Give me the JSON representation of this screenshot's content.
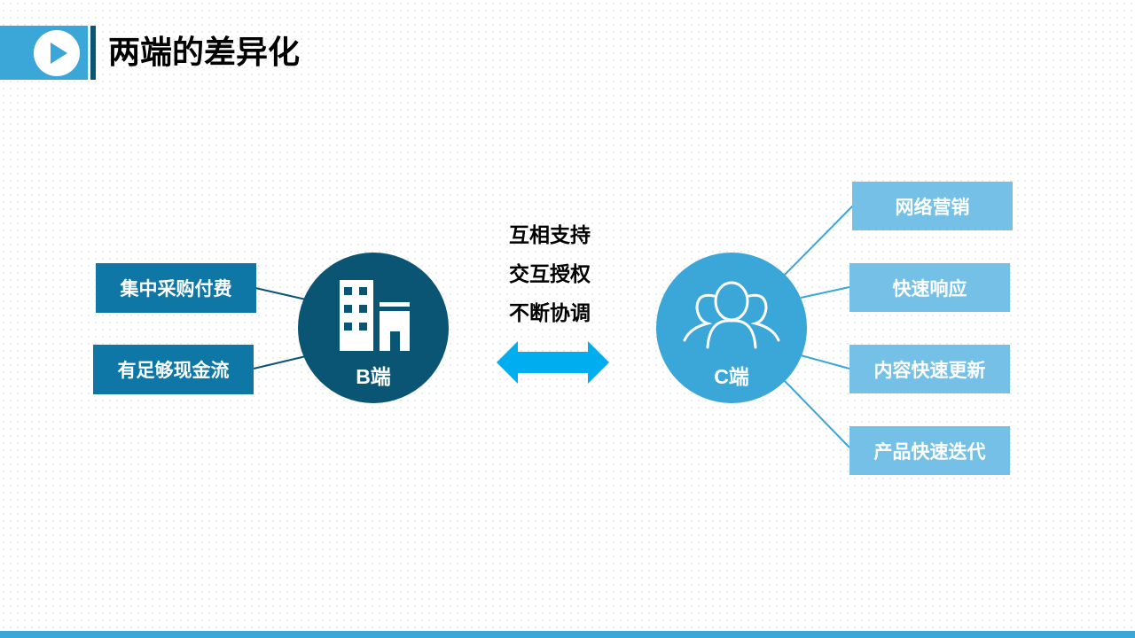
{
  "title": "两端的差异化",
  "b_side": {
    "label": "B端",
    "items": [
      "集中采购付费",
      "有足够现金流"
    ]
  },
  "c_side": {
    "label": "C端",
    "items": [
      "网络营销",
      "快速响应",
      "内容快速更新",
      "产品快速迭代"
    ]
  },
  "middle": {
    "lines": [
      "互相支持",
      "交互授权",
      "不断协调"
    ]
  },
  "colors": {
    "dark": "#0a5574",
    "light": "#3ba6d8",
    "box_left": "#0e77a6",
    "box_right": "#74c0e6",
    "arrow": "#00aeef"
  }
}
